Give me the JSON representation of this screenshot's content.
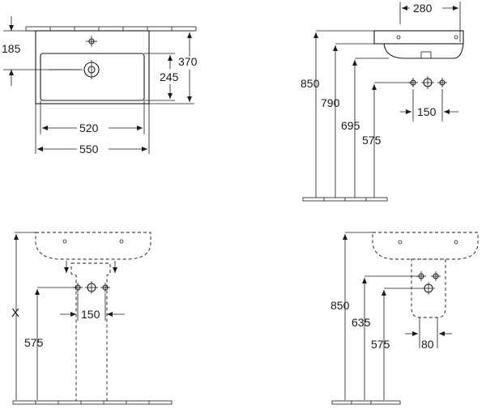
{
  "views": {
    "top": {
      "dim_185": "185",
      "dim_370": "370",
      "dim_245": "245",
      "dim_520": "520",
      "dim_550": "550"
    },
    "side": {
      "dim_280": "280",
      "dim_850": "850",
      "dim_790": "790",
      "dim_695": "695",
      "dim_575": "575",
      "dim_150": "150"
    },
    "front_pedestal": {
      "dim_x": "X",
      "dim_575": "575",
      "dim_150": "150"
    },
    "front_semi_pedestal": {
      "dim_850": "850",
      "dim_635": "635",
      "dim_575": "575",
      "dim_80": "80"
    }
  }
}
